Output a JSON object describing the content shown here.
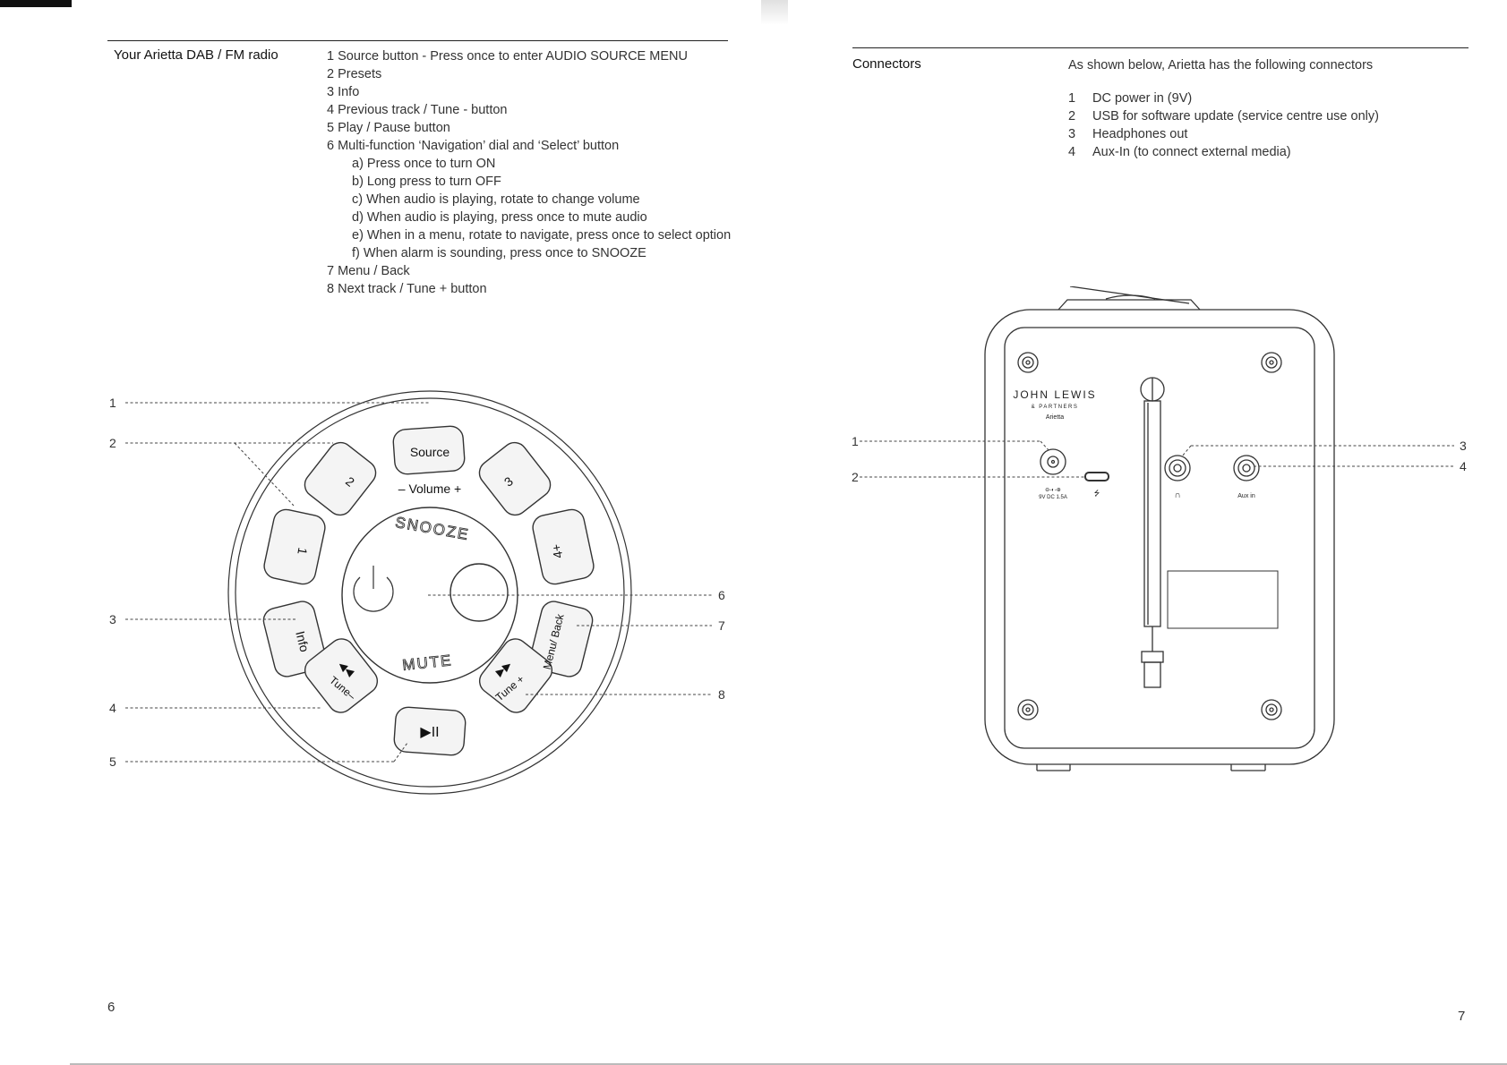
{
  "left_page": {
    "section_title": "Your Arietta DAB / FM radio",
    "items": [
      "1 Source button - Press once to enter AUDIO SOURCE MENU",
      "2 Presets",
      "3 Info",
      "4 Previous track / Tune - button",
      "5 Play / Pause button",
      "6 Multi-function ‘Navigation’ dial and ‘Select’ button"
    ],
    "subitems": [
      "a) Press once to turn ON",
      "b) Long press to turn OFF",
      "c) When audio is playing, rotate to change volume",
      "d) When audio is playing, press once to mute audio",
      "e) When in a menu, rotate to navigate, press once to select option",
      "f) When alarm is sounding, press once to SNOOZE"
    ],
    "items_after": [
      "7 Menu / Back",
      "8 Next track / Tune + button"
    ],
    "page_number": "6",
    "diagram": {
      "callouts": [
        "1",
        "2",
        "3",
        "4",
        "5",
        "6",
        "7",
        "8"
      ],
      "buttons": {
        "source": "Source",
        "preset2": "2",
        "preset3": "3",
        "preset1": "1",
        "preset4": "4+",
        "info": "Info",
        "menu_back": "Menu/ Back",
        "tune_minus": "Tune–",
        "tune_plus": "Tune +",
        "play_pause": "▶II",
        "prev_icon": "◀◀",
        "next_icon": "▶▶"
      },
      "volume_label": "– Volume +",
      "snooze_label": "SNOOZE",
      "mute_label": "MUTE"
    }
  },
  "right_page": {
    "section_title": "Connectors",
    "intro": "As shown below, Arietta has the following connectors",
    "connectors": [
      {
        "num": "1",
        "label": "DC power in (9V)"
      },
      {
        "num": "2",
        "label": "USB for software update (service centre use only)"
      },
      {
        "num": "3",
        "label": "Headphones out"
      },
      {
        "num": "4",
        "label": "Aux-In (to connect external media)"
      }
    ],
    "page_number": "7",
    "diagram": {
      "callouts_left": [
        "1",
        "2"
      ],
      "callouts_right": [
        "3",
        "4"
      ],
      "brand": "JOHN LEWIS",
      "brand_sub": "& PARTNERS",
      "model": "Arietta",
      "dc_label": "9V DC 1.5A",
      "aux_label": "Aux in",
      "dc_symbol": "⊖-◐-⊕",
      "usb_symbol": "⭍",
      "headphone_symbol": "∩"
    }
  }
}
